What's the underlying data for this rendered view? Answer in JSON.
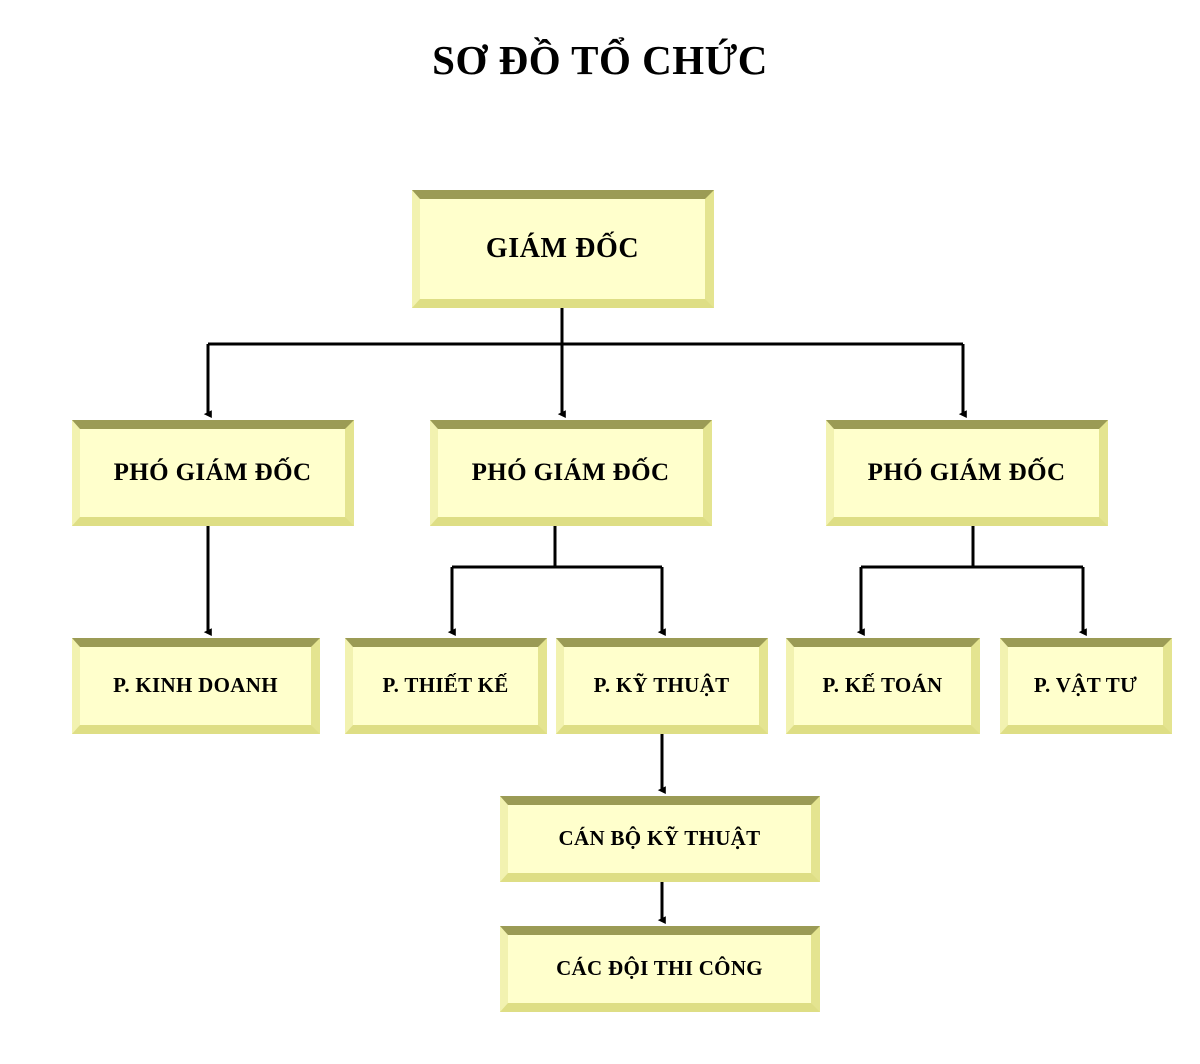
{
  "title": "SƠ ĐỒ TỔ CHỨC",
  "colors": {
    "box_face": "#FFFFCC",
    "bevel_top": "#9B9B55",
    "bevel_left": "#F2F2B0",
    "bevel_right": "#E4E490",
    "bevel_bottom": "#DEDE85",
    "connector": "#000000",
    "text": "#000000",
    "background": "#FFFFFF"
  },
  "chart_data": {
    "type": "diagram",
    "diagram_kind": "organization-chart",
    "title": "SƠ ĐỒ TỔ CHỨC",
    "orientation": "top-down",
    "levels": 4,
    "nodes": [
      {
        "id": "giam-doc",
        "label": "GIÁM ĐỐC",
        "level": 1
      },
      {
        "id": "pho-giam-doc-1",
        "label": "PHÓ GIÁM ĐỐC",
        "level": 2
      },
      {
        "id": "pho-giam-doc-2",
        "label": "PHÓ GIÁM ĐỐC",
        "level": 2
      },
      {
        "id": "pho-giam-doc-3",
        "label": "PHÓ GIÁM ĐỐC",
        "level": 2
      },
      {
        "id": "p-kinh-doanh",
        "label": "P. KINH DOANH",
        "level": 3
      },
      {
        "id": "p-thiet-ke",
        "label": "P. THIẾT KẾ",
        "level": 3
      },
      {
        "id": "p-ky-thuat",
        "label": "P. KỸ THUẬT",
        "level": 3
      },
      {
        "id": "p-ke-toan",
        "label": "P. KẾ TOÁN",
        "level": 3
      },
      {
        "id": "p-vat-tu",
        "label": "P. VẬT TƯ",
        "level": 3
      },
      {
        "id": "can-bo-ky-thuat",
        "label": "CÁN BỘ KỸ THUẬT",
        "level": 4
      },
      {
        "id": "cac-doi-thi-cong",
        "label": "CÁC ĐỘI THI CÔNG",
        "level": 5
      }
    ],
    "edges": [
      {
        "from": "giam-doc",
        "to": "pho-giam-doc-1",
        "style": "elbow-arrow"
      },
      {
        "from": "giam-doc",
        "to": "pho-giam-doc-2",
        "style": "straight-arrow"
      },
      {
        "from": "giam-doc",
        "to": "pho-giam-doc-3",
        "style": "elbow-arrow"
      },
      {
        "from": "pho-giam-doc-1",
        "to": "p-kinh-doanh",
        "style": "straight-arrow"
      },
      {
        "from": "pho-giam-doc-2",
        "to": "p-thiet-ke",
        "style": "elbow-arrow"
      },
      {
        "from": "pho-giam-doc-2",
        "to": "p-ky-thuat",
        "style": "elbow-arrow"
      },
      {
        "from": "pho-giam-doc-3",
        "to": "p-ke-toan",
        "style": "elbow-arrow"
      },
      {
        "from": "pho-giam-doc-3",
        "to": "p-vat-tu",
        "style": "elbow-arrow"
      },
      {
        "from": "p-ky-thuat",
        "to": "can-bo-ky-thuat",
        "style": "straight-arrow"
      },
      {
        "from": "can-bo-ky-thuat",
        "to": "cac-doi-thi-cong",
        "style": "straight-arrow"
      }
    ]
  },
  "nodes": {
    "giam_doc": "GIÁM ĐỐC",
    "pho_giam_doc_1": "PHÓ GIÁM ĐỐC",
    "pho_giam_doc_2": "PHÓ GIÁM ĐỐC",
    "pho_giam_doc_3": "PHÓ GIÁM ĐỐC",
    "p_kinh_doanh": "P. KINH DOANH",
    "p_thiet_ke": "P. THIẾT KẾ",
    "p_ky_thuat": "P. KỸ THUẬT",
    "p_ke_toan": "P. KẾ TOÁN",
    "p_vat_tu": "P. VẬT TƯ",
    "can_bo_ky_thuat": "CÁN BỘ KỸ THUẬT",
    "cac_doi_thi_cong": "CÁC ĐỘI THI CÔNG"
  }
}
